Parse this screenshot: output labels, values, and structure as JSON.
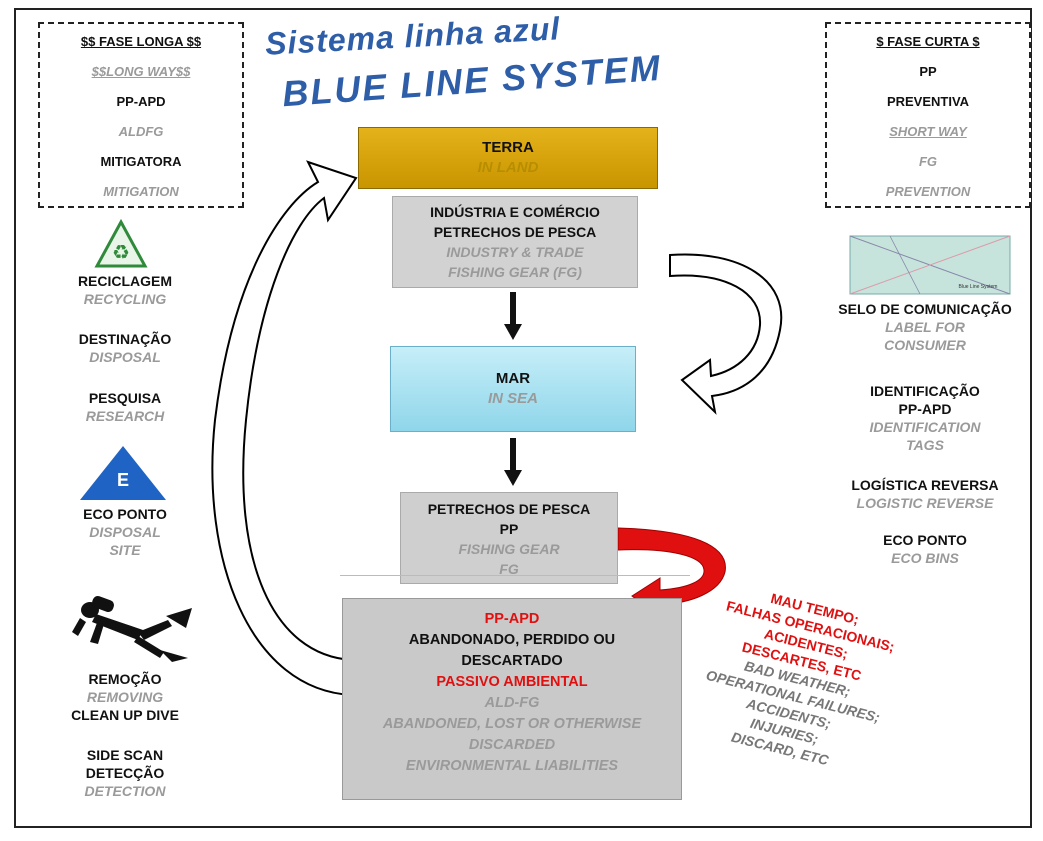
{
  "title": {
    "line1": "Sistema linha azul",
    "line2": "BLUE LINE SYSTEM"
  },
  "long_phase": {
    "header": "$$ FASE LONGA $$",
    "subheader": "$$LONG WAY$$",
    "item1": "PP-APD",
    "item1_en": "ALDFG",
    "item2": "MITIGATORA",
    "item2_en": "MITIGATION"
  },
  "short_phase": {
    "header": "$ FASE CURTA $",
    "item1": "PP",
    "item2": "PREVENTIVA",
    "subheader": "SHORT WAY",
    "item3": "FG",
    "item4": "PREVENTION"
  },
  "flow": {
    "terra": {
      "pt": "TERRA",
      "en": "IN LAND"
    },
    "industria": {
      "pt1": "INDÚSTRIA E COMÉRCIO",
      "pt2": "PETRECHOS DE PESCA",
      "en1": "INDUSTRY & TRADE",
      "en2": "FISHING GEAR (FG)"
    },
    "mar": {
      "pt": "MAR",
      "en": "IN SEA"
    },
    "petrechos": {
      "pt1": "PETRECHOS DE PESCA",
      "pt2": "PP",
      "en1": "FISHING GEAR",
      "en2": "FG"
    },
    "ppapd": {
      "red1": "PP-APD",
      "pt1": "ABANDONADO, PERDIDO OU",
      "pt2": "DESCARTADO",
      "red2": "PASSIVO AMBIENTAL",
      "en1": "ALD-FG",
      "en2": "ABANDONED, LOST OR OTHERWISE",
      "en3": "DISCARDED",
      "en4": "ENVIRONMENTAL LIABILITIES"
    }
  },
  "left_items": {
    "reciclagem": "RECICLAGEM",
    "recycling": "RECYCLING",
    "destinacao": "DESTINAÇÃO",
    "disposal": "DISPOSAL",
    "pesquisa": "PESQUISA",
    "research": "RESEARCH",
    "eco_letter": "E",
    "eco_ponto": "ECO PONTO",
    "disposal_site1": "DISPOSAL",
    "disposal_site2": "SITE",
    "remocao": "REMOÇÃO",
    "removing": "REMOVING",
    "cleanup": "CLEAN UP DIVE",
    "sidescan": "SIDE SCAN",
    "deteccao": "DETECÇÃO",
    "detection": "DETECTION"
  },
  "right_items": {
    "label_image_text": "Blue Line System",
    "selo": "SELO DE COMUNICAÇÃO",
    "label1": "LABEL FOR",
    "label2": "CONSUMER",
    "ident1": "IDENTIFICAÇÃO",
    "ident2": "PP-APD",
    "tags1": "IDENTIFICATION",
    "tags2": "TAGS",
    "logistica": "LOGÍSTICA REVERSA",
    "logistic": "LOGISTIC REVERSE",
    "eco_ponto": "ECO PONTO",
    "eco_bins": "ECO BINS"
  },
  "causes": {
    "pt1": "MAU TEMPO;",
    "pt2": "FALHAS OPERACIONAIS;",
    "pt3": "ACIDENTES;",
    "pt4": "DESCARTES, ETC",
    "en1": "BAD WEATHER;",
    "en2": "OPERATIONAL FAILURES;",
    "en3": "ACCIDENTS;",
    "en4": "INJURIES;",
    "en5": "DISCARD, ETC"
  },
  "colors": {
    "title_blue": "#2e5ea8",
    "terra_gold": "#d9a400",
    "sea_blue": "#a8e2f2",
    "box_gray": "#cfcfcf",
    "red": "#e01010",
    "recycle_green": "#2f8a3a",
    "eco_blue": "#1f64c4"
  }
}
